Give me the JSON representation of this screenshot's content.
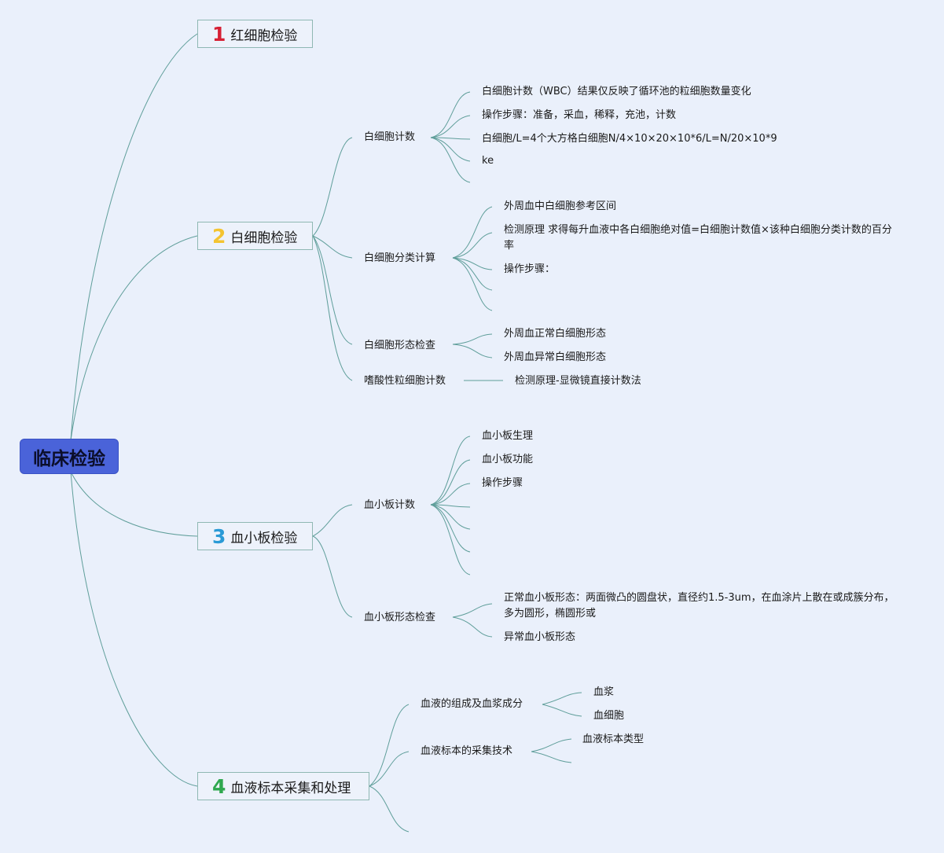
{
  "root": {
    "label": "临床检验"
  },
  "colors": {
    "background": "#eaf0fb",
    "root_fill": "#4a63d9",
    "connector": "#5f9e9a",
    "num1": "#d62034",
    "num2": "#f4c430",
    "num3": "#2a9ad6",
    "num4": "#2fa84f"
  },
  "branches": [
    {
      "num": "1",
      "label": "红细胞检验"
    },
    {
      "num": "2",
      "label": "白细胞检验"
    },
    {
      "num": "3",
      "label": "血小板检验"
    },
    {
      "num": "4",
      "label": "血液标本采集和处理"
    }
  ],
  "wbc": {
    "count": {
      "label": "白细胞计数",
      "leaves": [
        "白细胞计数（WBC）结果仅反映了循环池的粒细胞数量变化",
        "操作步骤：准备，采血，稀释，充池，计数",
        "白细胞/L=4个大方格白细胞N/4×10×20×10*6/L=N/20×10*9",
        "ke"
      ]
    },
    "diff": {
      "label": "白细胞分类计算",
      "leaves": [
        "外周血中白细胞参考区间",
        "检测原理 求得每升血液中各白细胞绝对值=白细胞计数值×该种白细胞分类计数的百分率",
        "操作步骤："
      ]
    },
    "morph": {
      "label": "白细胞形态检查",
      "leaves": [
        "外周血正常白细胞形态",
        "外周血异常白细胞形态"
      ]
    },
    "eos": {
      "label": "嗜酸性粒细胞计数",
      "leaves": [
        "检测原理-显微镜直接计数法"
      ]
    }
  },
  "plt": {
    "count": {
      "label": "血小板计数",
      "leaves": [
        "血小板生理",
        "血小板功能",
        "操作步骤"
      ]
    },
    "morph": {
      "label": "血小板形态检查",
      "leaves": [
        "正常血小板形态：两面微凸的圆盘状，直径约1.5-3um，在血涂片上散在或成簇分布，多为圆形，椭圆形或",
        "异常血小板形态"
      ]
    }
  },
  "specimen": {
    "composition": {
      "label": "血液的组成及血浆成分",
      "leaves": [
        "血浆",
        "血细胞"
      ]
    },
    "collection": {
      "label": "血液标本的采集技术",
      "leaves": [
        "血液标本类型"
      ]
    }
  }
}
